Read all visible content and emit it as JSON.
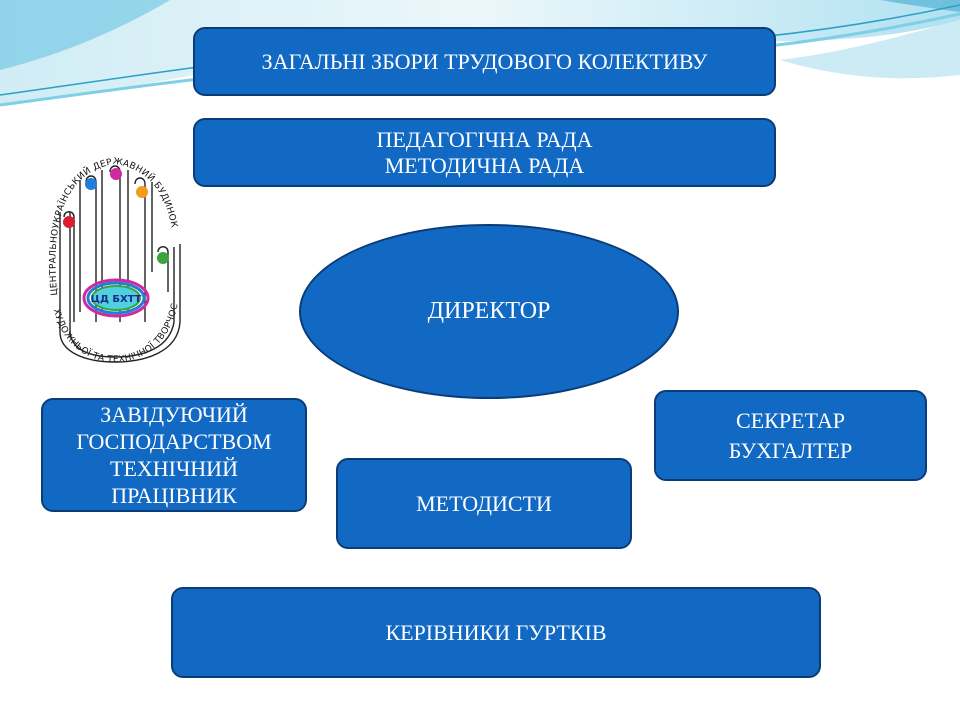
{
  "boxes": {
    "general_meeting": "ЗАГАЛЬНІ ЗБОРИ ТРУДОВОГО КОЛЕКТИВУ",
    "councils": [
      "ПЕДАГОГІЧНА РАДА",
      "МЕТОДИЧНА РАДА"
    ],
    "director": "ДИРЕКТОР",
    "household": [
      "ЗАВІДУЮЧИЙ",
      "ГОСПОДАРСТВОМ",
      "ТЕХНІЧНИЙ",
      "ПРАЦІВНИК"
    ],
    "secretary": [
      "СЕКРЕТАР",
      "БУХГАЛТЕР"
    ],
    "methodists": "МЕТОДИСТИ",
    "club_leaders": "КЕРІВНИКИ ГУРТКІВ"
  },
  "logo": {
    "arc_top": "ЦЕНТРАЛЬНОУКРАЇНСЬКИЙ ДЕРЖАВНИЙ БУДИНОК",
    "arc_bottom": "ХУДОЖНЬОЇ ТА ТЕХНІЧНОЇ ТВОРЧОСТІ",
    "badge": "ЦД БХТТ"
  },
  "colors": {
    "box_fill": "#1169c4",
    "box_border": "#0a3d78",
    "text": "#ffffff",
    "wave_light": "#bfe6f2",
    "wave_mid": "#7fcfe6",
    "wave_dark": "#2aa0c8"
  }
}
